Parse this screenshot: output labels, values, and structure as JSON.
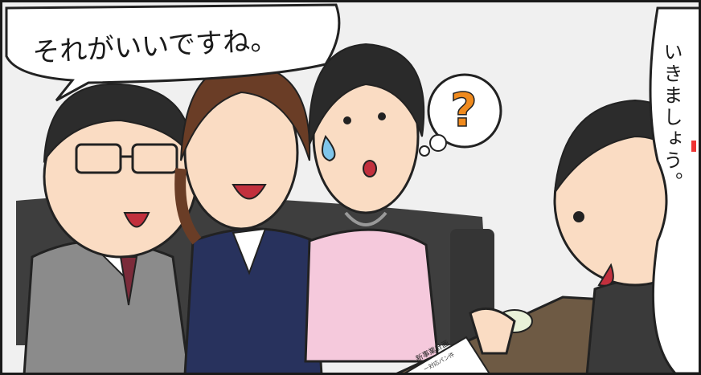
{
  "panel": {
    "speech_left": "それがいいですね。",
    "speech_right": "いきましょう。",
    "thought_symbol": "?",
    "document_title": "新事業計画",
    "document_subtitle": "ー対応パン件"
  },
  "colors": {
    "border": "#1a1a1a",
    "background": "#f0f0f0",
    "sofa": "#3e3e3e",
    "navy_suit": "#28325d",
    "gray_suit": "#8b8b8b",
    "pink_suit": "#f5c9dc",
    "question_mark": "#f08a1d",
    "skin": "#fadcc3"
  }
}
